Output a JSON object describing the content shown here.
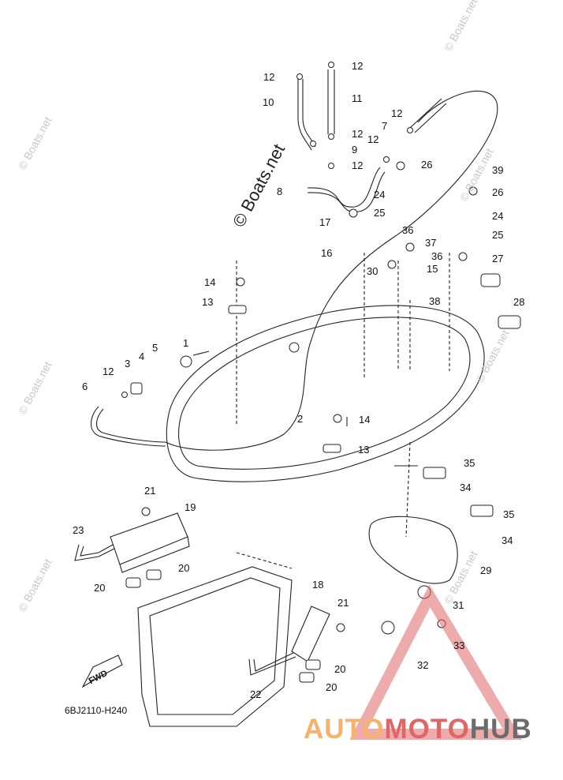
{
  "diagram": {
    "code": "6BJ2110-H240",
    "fwd_label": "FWD",
    "watermark_main": "© Boats.net",
    "watermark_small": "© Boats.net",
    "callouts": [
      "1",
      "2",
      "3",
      "4",
      "5",
      "6",
      "7",
      "8",
      "9",
      "10",
      "11",
      "12",
      "13",
      "14",
      "15",
      "16",
      "17",
      "19",
      "20",
      "21",
      "22",
      "23",
      "24",
      "25",
      "26",
      "27",
      "28",
      "29",
      "30",
      "31",
      "32",
      "33",
      "34",
      "35",
      "36",
      "37",
      "38",
      "39",
      "18"
    ]
  },
  "logo": {
    "part1": "AUTO",
    "part2": "MOTO",
    "part3": "HUB"
  },
  "colors": {
    "line": "#222222",
    "logo_orange": "#f6b26b",
    "logo_red": "#e06666",
    "logo_gray": "#6b6b6b",
    "watermark": "#c8c8c8"
  }
}
